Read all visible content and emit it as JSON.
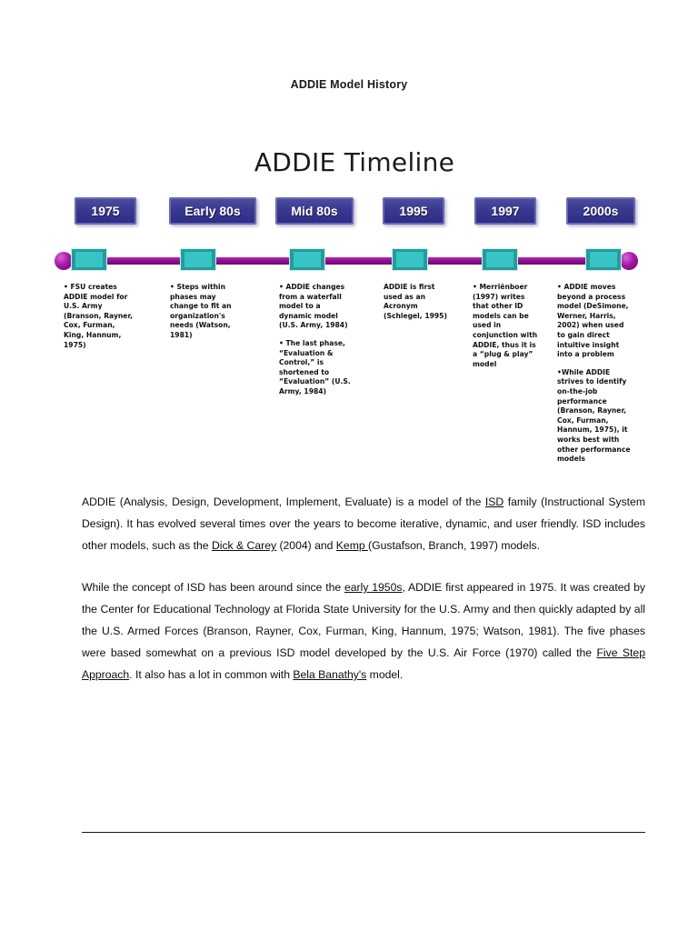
{
  "document": {
    "title": "ADDIE Model History"
  },
  "timeline": {
    "title": "ADDIE Timeline",
    "colors": {
      "badge": "#3a3a93",
      "badge_border": "#6a6ab4",
      "rail": "#8e0f8e",
      "rail_cap": "#a818a8",
      "node": "#39c4c4"
    },
    "milestones": [
      {
        "label": "1975",
        "notes": [
          "• FSU creates ADDIE model for U.S. Army (Branson, Rayner, Cox, Furman, King, Hannum, 1975)"
        ]
      },
      {
        "label": "Early 80s",
        "notes": [
          "• Steps within phases may change to fit an organization's needs (Watson, 1981)"
        ]
      },
      {
        "label": "Mid 80s",
        "notes": [
          "• ADDIE changes from a waterfall model to a dynamic model (U.S. Army, 1984)",
          "• The last phase, “Evaluation & Control,” is shortened to “Evaluation” (U.S. Army, 1984)"
        ]
      },
      {
        "label": "1995",
        "notes": [
          "ADDIE is first used as an Acronym (Schlegel, 1995)"
        ]
      },
      {
        "label": "1997",
        "notes": [
          "• Merriënboer (1997) writes that other ID models can be used in conjunction with ADDIE, thus it is a “plug & play” model"
        ]
      },
      {
        "label": "2000s",
        "notes": [
          "• ADDIE moves beyond a process model (DeSimone, Werner, Harris, 2002) when used to gain direct intuitive insight into a problem",
          "•While ADDIE strives to identify on-the-job performance (Branson, Rayner, Cox, Furman, Hannum, 1975), it works best with other performance models"
        ]
      }
    ]
  },
  "body": {
    "paragraph_1": {
      "part_1": "ADDIE (Analysis, Design, Development, Implement, Evaluate) is a model of the ",
      "link_1": "ISD",
      "part_2": " family (Instructional System Design). It has evolved several times over the years to become iterative, dynamic, and user friendly. ISD includes other models, such as the ",
      "link_2": "Dick & Carey",
      "part_3": " (2004) and ",
      "link_3": "Kemp ",
      "part_4": "(Gustafson, Branch, 1997) models."
    },
    "paragraph_2": {
      "part_1": "While the concept of ISD has been around since the ",
      "link_1": "early 1950s",
      "part_2": ", ADDIE first appeared in 1975. It was created by the Center for Educational Technology at Florida State University for the U.S. Army and then quickly adapted by all the U.S. Armed Forces (Branson, Rayner, Cox, Furman, King, Hannum, 1975; Watson, 1981). The five phases were based somewhat on a previous ISD model developed by the U.S. Air Force (1970) called the ",
      "link_2": "Five Step Approach",
      "part_3": ". It also has a lot in common with ",
      "link_3": "Bela Banathy's",
      "part_4": " model."
    }
  }
}
